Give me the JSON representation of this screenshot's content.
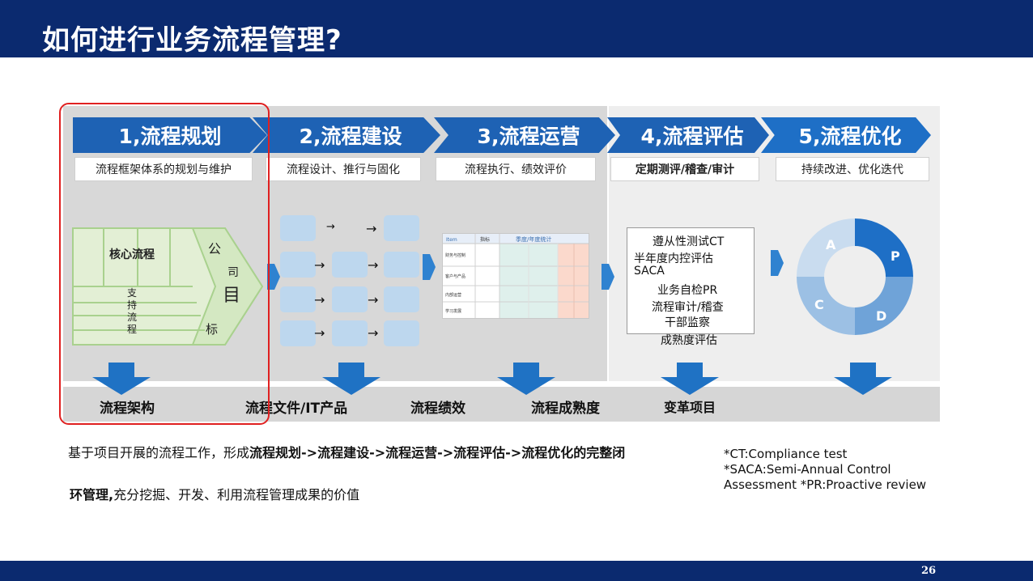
{
  "title": "如何进行业务流程管理?",
  "page_number": "26",
  "stages": [
    {
      "label": "1,流程规划",
      "desc": "流程框架体系的规划与维护",
      "output": "流程架构"
    },
    {
      "label": "2,流程建设",
      "desc": "流程设计、推行与固化",
      "output": "流程文件/IT产品"
    },
    {
      "label": "3,流程运营",
      "desc": "流程执行、绩效评价",
      "output": "流程绩效"
    },
    {
      "label": "4,流程评估",
      "desc": "定期测评/稽查/审计",
      "output": "流程成熟度"
    },
    {
      "label": "5,流程优化",
      "desc": "持续改进、优化迭代",
      "output": "变革项目"
    }
  ],
  "stage1_diagram": {
    "core": "核心流程",
    "support": "支持流程",
    "goal_chars": [
      "公",
      "司",
      "目",
      "标"
    ]
  },
  "stage2_diagram": {
    "arrow_glyph": "→"
  },
  "stage3_table": {
    "header": [
      "Item",
      "指标",
      "季度/年度统计"
    ],
    "rows": [
      "财务与控制",
      "客户与产品",
      "内部运营",
      "学习发展"
    ]
  },
  "stage4_items": [
    "遵从性测试CT",
    "半年度内控评估",
    "SACA",
    "业务自检PR",
    "流程审计/稽查",
    "干部监察",
    "成熟度评估"
  ],
  "pdca": [
    "P",
    "D",
    "C",
    "A"
  ],
  "summary": {
    "part1": "基于项目开展的流程工作，形成",
    "part1_bold": "流程规划->流程建设->流程运营->流程评估->流程优化的完整闭",
    "part2_bold": "环管理,",
    "part2": "充分挖掘、开发、利用流程管理成果的价值"
  },
  "notes": [
    "*CT:Compliance  test",
    "*SACA:Semi-Annual Control",
    "Assessment *PR:Proactive review"
  ],
  "colors": {
    "header_bar": "#0b2a6f",
    "chevron": "#1e62b4",
    "arrow": "#1f72c4",
    "highlight": "#e02020",
    "flow_box": "#bdd7ee"
  }
}
